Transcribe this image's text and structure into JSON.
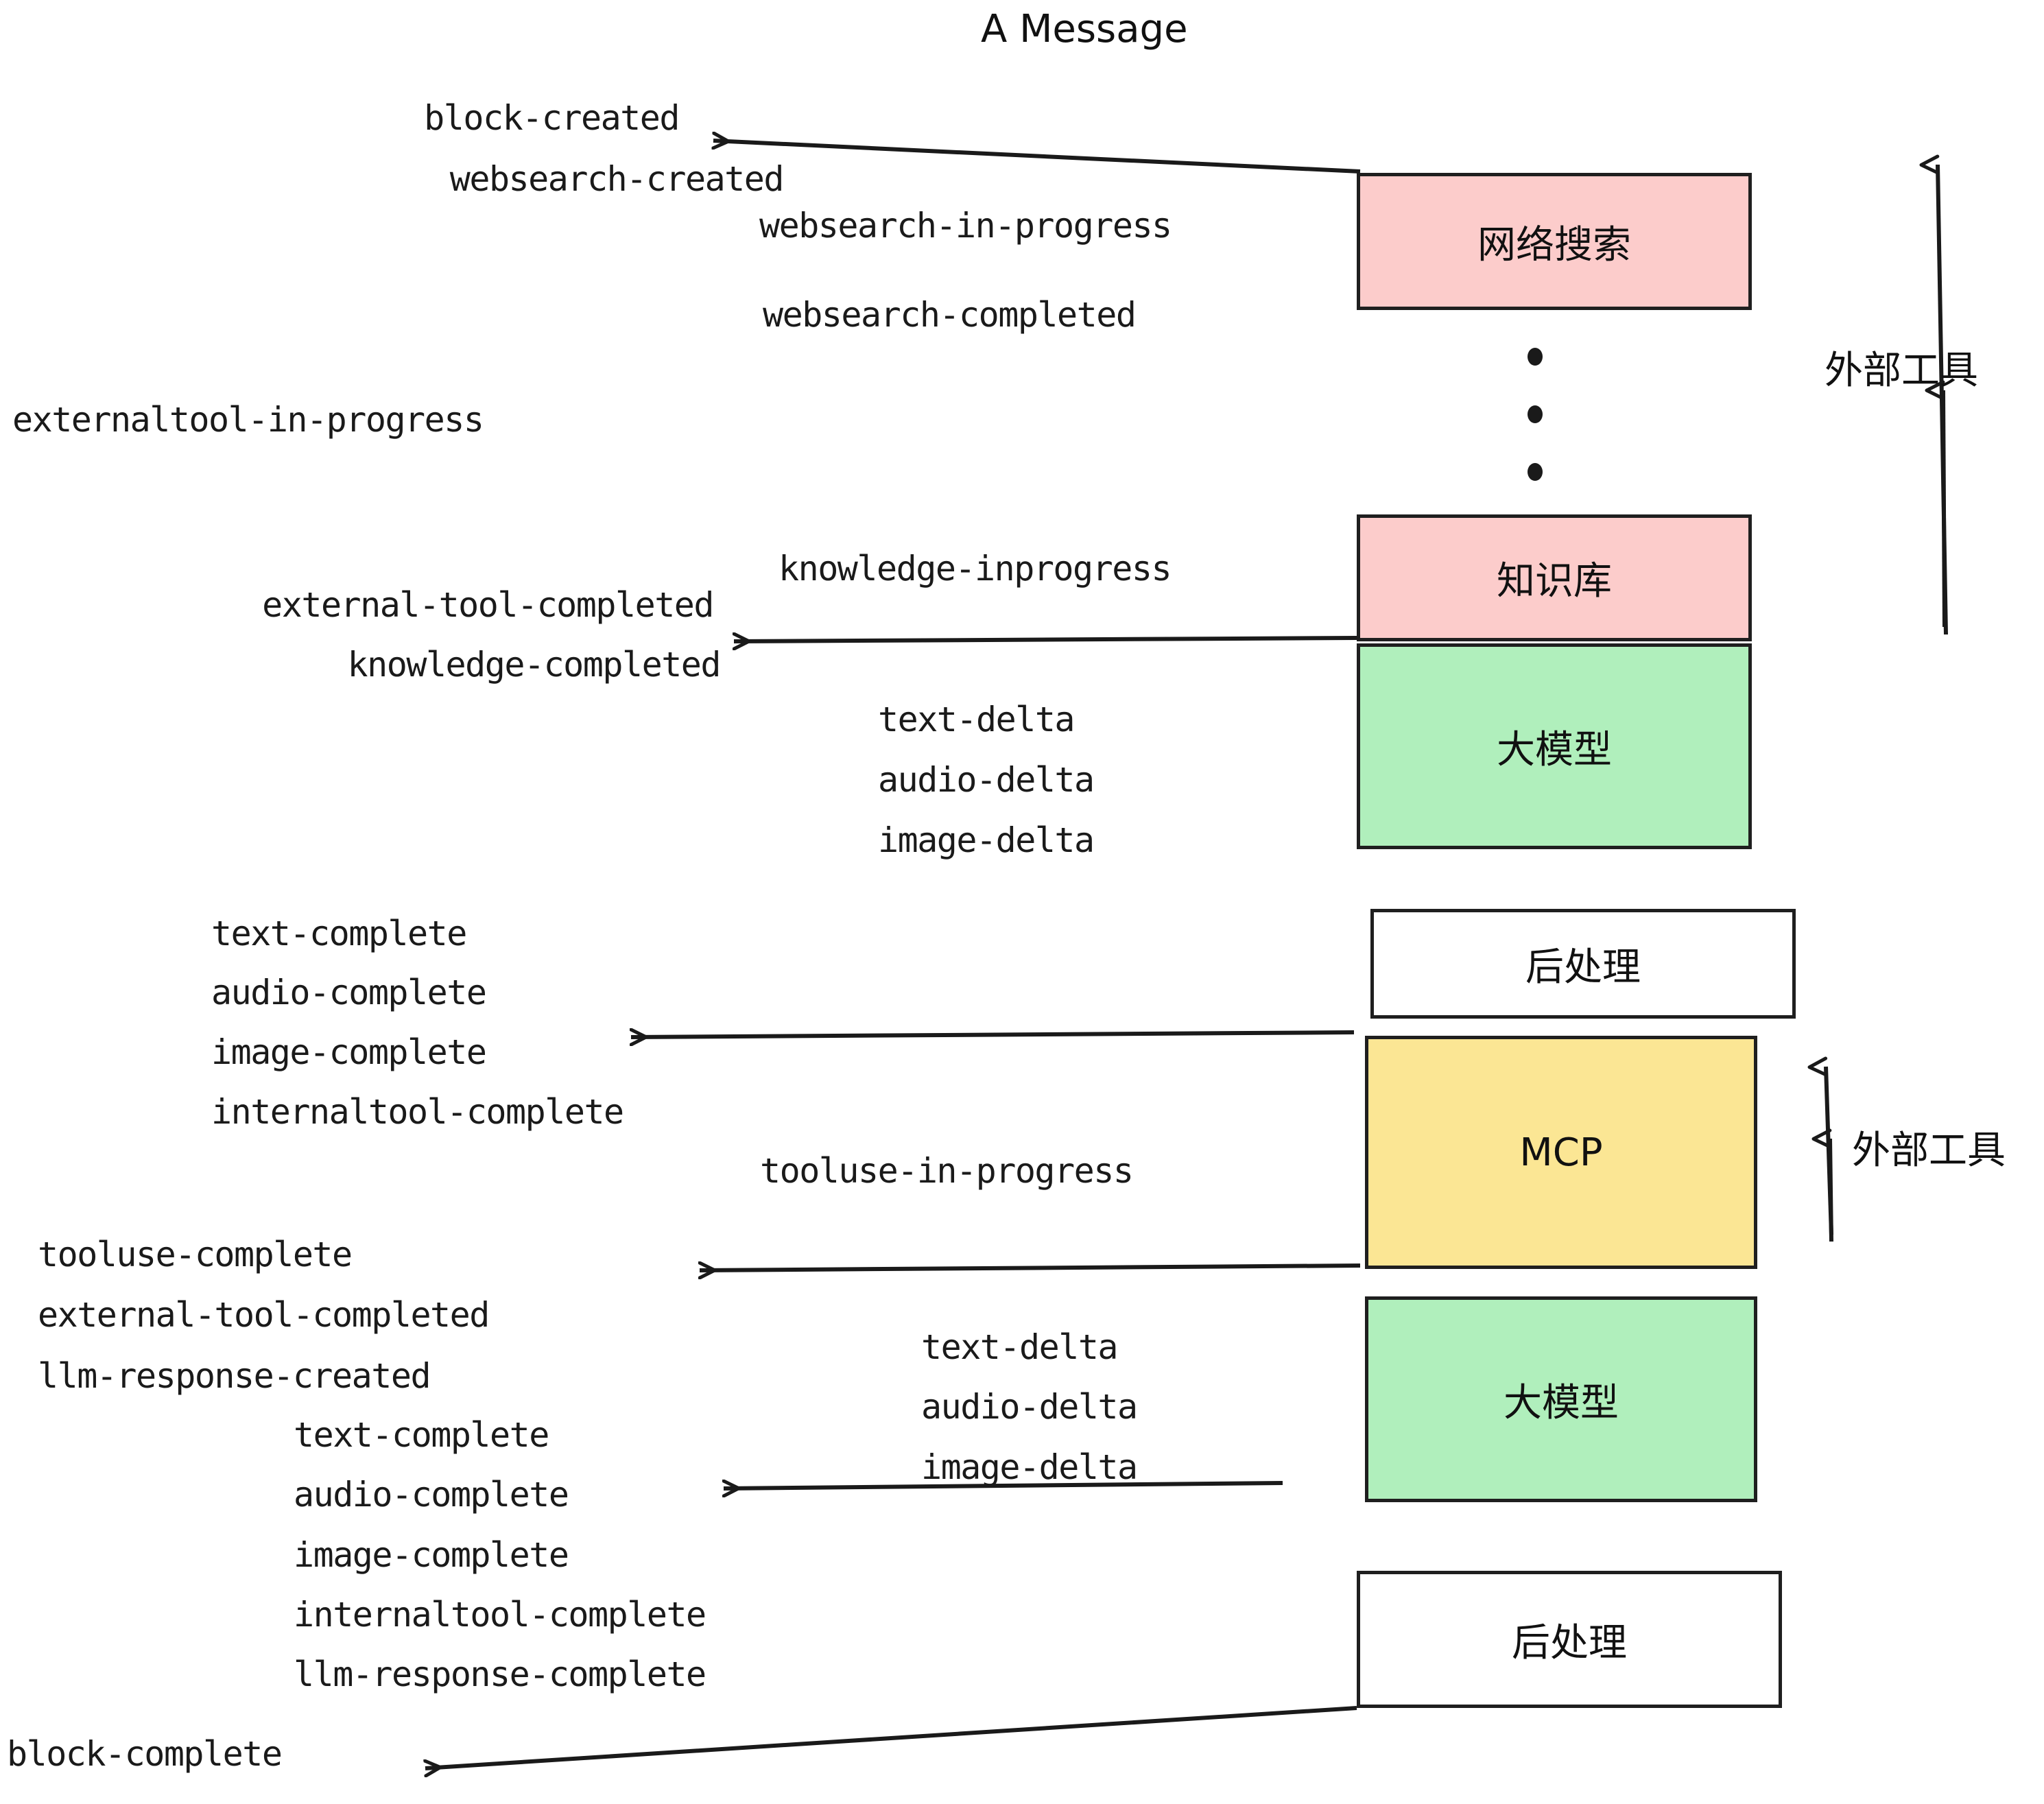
{
  "diagram": {
    "title": "A Message",
    "colors": {
      "pink": "#FCCCCB",
      "green": "#B0EFBC",
      "yellow": "#FBE694",
      "white": "#FFFFFF",
      "stroke": "#1F1F1F",
      "text": "#111111"
    },
    "nodes": [
      {
        "id": "websearch",
        "label": "网络搜索",
        "fill": "pink"
      },
      {
        "id": "knowledge",
        "label": "知识库",
        "fill": "pink"
      },
      {
        "id": "llm-top",
        "label": "大模型",
        "fill": "green"
      },
      {
        "id": "post-top",
        "label": "后处理",
        "fill": "white"
      },
      {
        "id": "mcp",
        "label": "MCP",
        "fill": "yellow"
      },
      {
        "id": "llm-bottom",
        "label": "大模型",
        "fill": "green"
      },
      {
        "id": "post-bottom",
        "label": "后处理",
        "fill": "white"
      }
    ],
    "brackets": [
      {
        "id": "bracket-top",
        "label": "外部工具"
      },
      {
        "id": "bracket-bottom",
        "label": "外部工具"
      }
    ],
    "ellipsis_dots": 3,
    "events": [
      {
        "id": "e01",
        "text": "block-created"
      },
      {
        "id": "e02",
        "text": "websearch-created"
      },
      {
        "id": "e03",
        "text": "websearch-in-progress"
      },
      {
        "id": "e04",
        "text": "websearch-completed"
      },
      {
        "id": "e05",
        "text": "externaltool-in-progress"
      },
      {
        "id": "e06",
        "text": "knowledge-inprogress"
      },
      {
        "id": "e07",
        "text": "external-tool-completed"
      },
      {
        "id": "e08",
        "text": "knowledge-completed"
      },
      {
        "id": "e09",
        "text": "text-delta"
      },
      {
        "id": "e10",
        "text": "audio-delta"
      },
      {
        "id": "e11",
        "text": "image-delta"
      },
      {
        "id": "e12",
        "text": "text-complete"
      },
      {
        "id": "e13",
        "text": "audio-complete"
      },
      {
        "id": "e14",
        "text": "image-complete"
      },
      {
        "id": "e15",
        "text": "internaltool-complete"
      },
      {
        "id": "e16",
        "text": "tooluse-in-progress"
      },
      {
        "id": "e17",
        "text": "tooluse-complete"
      },
      {
        "id": "e18",
        "text": "external-tool-completed"
      },
      {
        "id": "e19",
        "text": "llm-response-created"
      },
      {
        "id": "e20",
        "text": "text-complete"
      },
      {
        "id": "e21",
        "text": "audio-complete"
      },
      {
        "id": "e22",
        "text": "image-complete"
      },
      {
        "id": "e23",
        "text": "internaltool-complete"
      },
      {
        "id": "e24",
        "text": "llm-response-complete"
      },
      {
        "id": "e25",
        "text": "block-complete"
      }
    ]
  }
}
